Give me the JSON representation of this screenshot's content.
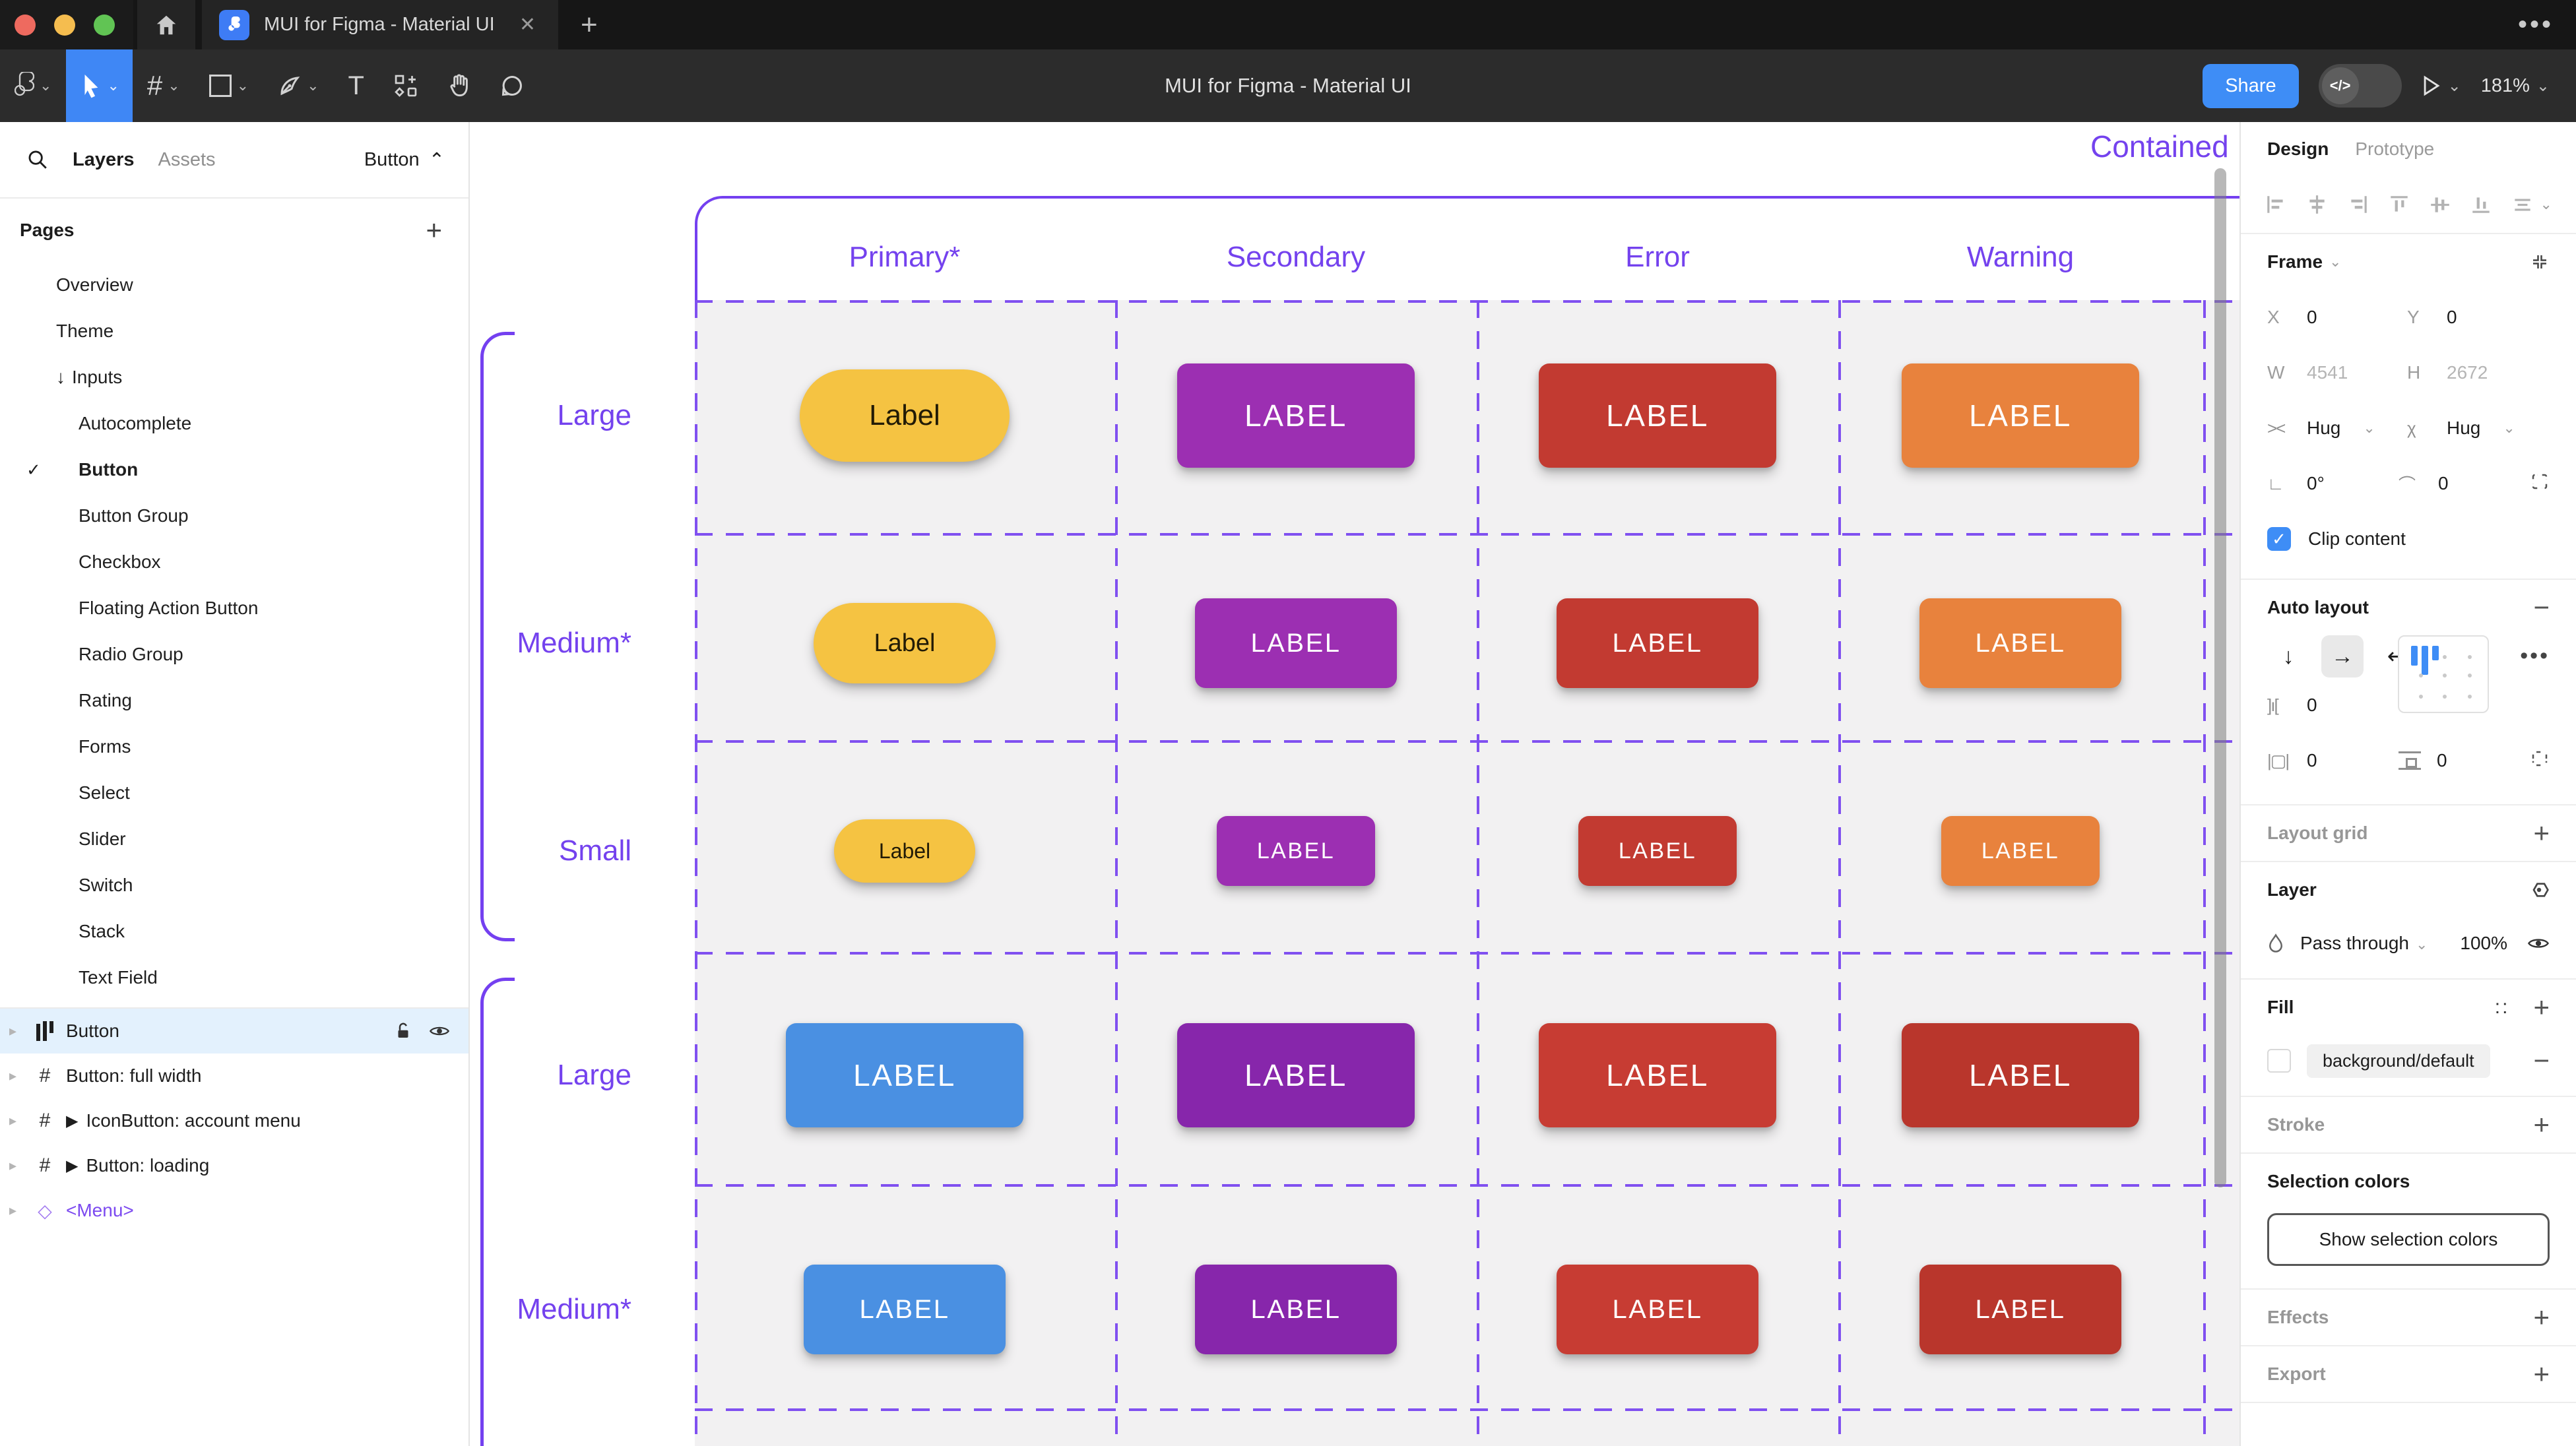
{
  "tabbar": {
    "title": "MUI for Figma - Material UI",
    "close_icon": "✕",
    "new_tab_icon": "+",
    "more_icon": "•••"
  },
  "toolbar": {
    "title": "MUI for Figma - Material UI",
    "share_label": "Share",
    "dev_toggle_icon": "</>",
    "zoom_level": "181%"
  },
  "sidebar": {
    "tabs": {
      "layers": "Layers",
      "assets": "Assets"
    },
    "page_selector": {
      "label": "Button",
      "caret": "⌃"
    },
    "pages_header": "Pages",
    "pages_add_icon": "+",
    "pages": [
      {
        "label": "Overview",
        "indent": 1
      },
      {
        "label": "Theme",
        "indent": 1
      },
      {
        "label": "Inputs",
        "indent": 1,
        "arrow": "↓"
      },
      {
        "label": "Autocomplete",
        "indent": 2
      },
      {
        "label": "Button",
        "indent": 2,
        "current": true,
        "check": "✓"
      },
      {
        "label": "Button Group",
        "indent": 2
      },
      {
        "label": "Checkbox",
        "indent": 2
      },
      {
        "label": "Floating Action Button",
        "indent": 2
      },
      {
        "label": "Radio Group",
        "indent": 2
      },
      {
        "label": "Rating",
        "indent": 2
      },
      {
        "label": "Forms",
        "indent": 2
      },
      {
        "label": "Select",
        "indent": 2
      },
      {
        "label": "Slider",
        "indent": 2
      },
      {
        "label": "Switch",
        "indent": 2
      },
      {
        "label": "Stack",
        "indent": 2
      },
      {
        "label": "Text Field",
        "indent": 2
      }
    ],
    "layers": [
      {
        "label": "Button",
        "icon": "autolayout",
        "selected": true
      },
      {
        "label": "Button: full width",
        "icon": "frame"
      },
      {
        "label": "IconButton: account menu",
        "icon": "frame",
        "play": "▶"
      },
      {
        "label": "Button: loading",
        "icon": "frame",
        "play": "▶"
      },
      {
        "label": "<Menu>",
        "icon": "instance",
        "instance": true
      }
    ]
  },
  "canvas": {
    "frame_title": "Contained",
    "columns": [
      "Primary*",
      "Secondary",
      "Error",
      "Warning"
    ],
    "rows": [
      {
        "label": "Large",
        "size": "large",
        "cells": [
          "primary",
          "secondary",
          "error",
          "warning"
        ]
      },
      {
        "label": "Medium*",
        "size": "medium",
        "cells": [
          "primary",
          "secondary",
          "error",
          "warning"
        ]
      },
      {
        "label": "Small",
        "size": "small",
        "cells": [
          "primary",
          "secondary",
          "error",
          "warning"
        ]
      },
      {
        "label": "Large",
        "size": "large",
        "cells": [
          "blue",
          "deep_purple",
          "error_dark",
          "warning_dark"
        ]
      },
      {
        "label": "Medium*",
        "size": "medium",
        "cells": [
          "blue",
          "deep_purple",
          "error_dark",
          "warning_dark"
        ]
      }
    ],
    "variants": {
      "primary": {
        "bg": "#F5C342",
        "fg": "#221B06",
        "label": "Label",
        "pill": true
      },
      "secondary": {
        "bg": "#9C2FB2",
        "fg": "#FFFFFF",
        "label": "LABEL"
      },
      "error": {
        "bg": "#C23A31",
        "fg": "#FFFFFF",
        "label": "LABEL"
      },
      "warning": {
        "bg": "#E8823D",
        "fg": "#FFFFFF",
        "label": "LABEL"
      },
      "blue": {
        "bg": "#4A90E2",
        "fg": "#FFFFFF",
        "label": "LABEL"
      },
      "deep_purple": {
        "bg": "#8726AB",
        "fg": "#FFFFFF",
        "label": "LABEL"
      },
      "error_dark": {
        "bg": "#C73C33",
        "fg": "#FFFFFF",
        "label": "LABEL"
      },
      "warning_dark": {
        "bg": "#B9362C",
        "fg": "#FFFFFF",
        "label": "LABEL"
      }
    },
    "accent_color": "#7442EE"
  },
  "inspector": {
    "tabs": {
      "design": "Design",
      "prototype": "Prototype"
    },
    "frame": {
      "title": "Frame",
      "x_label": "X",
      "x_value": "0",
      "y_label": "Y",
      "y_value": "0",
      "w_label": "W",
      "w_value": "4541",
      "h_label": "H",
      "h_value": "2672",
      "hug_h": "Hug",
      "hug_v": "Hug",
      "rotation_value": "0°",
      "radius_value": "0",
      "clip_label": "Clip content"
    },
    "auto_layout": {
      "title": "Auto layout",
      "gap_value": "0",
      "padding_h_value": "0",
      "padding_v_value": "0"
    },
    "layout_grid": {
      "title": "Layout grid"
    },
    "layer": {
      "title": "Layer",
      "blend_mode": "Pass through",
      "opacity": "100%"
    },
    "fill": {
      "title": "Fill",
      "style_name": "background/default",
      "swatch_color": "#FFFFFF"
    },
    "stroke": {
      "title": "Stroke"
    },
    "selection_colors": {
      "title": "Selection colors",
      "show_button_label": "Show selection colors"
    },
    "effects": {
      "title": "Effects"
    },
    "export": {
      "title": "Export"
    }
  }
}
